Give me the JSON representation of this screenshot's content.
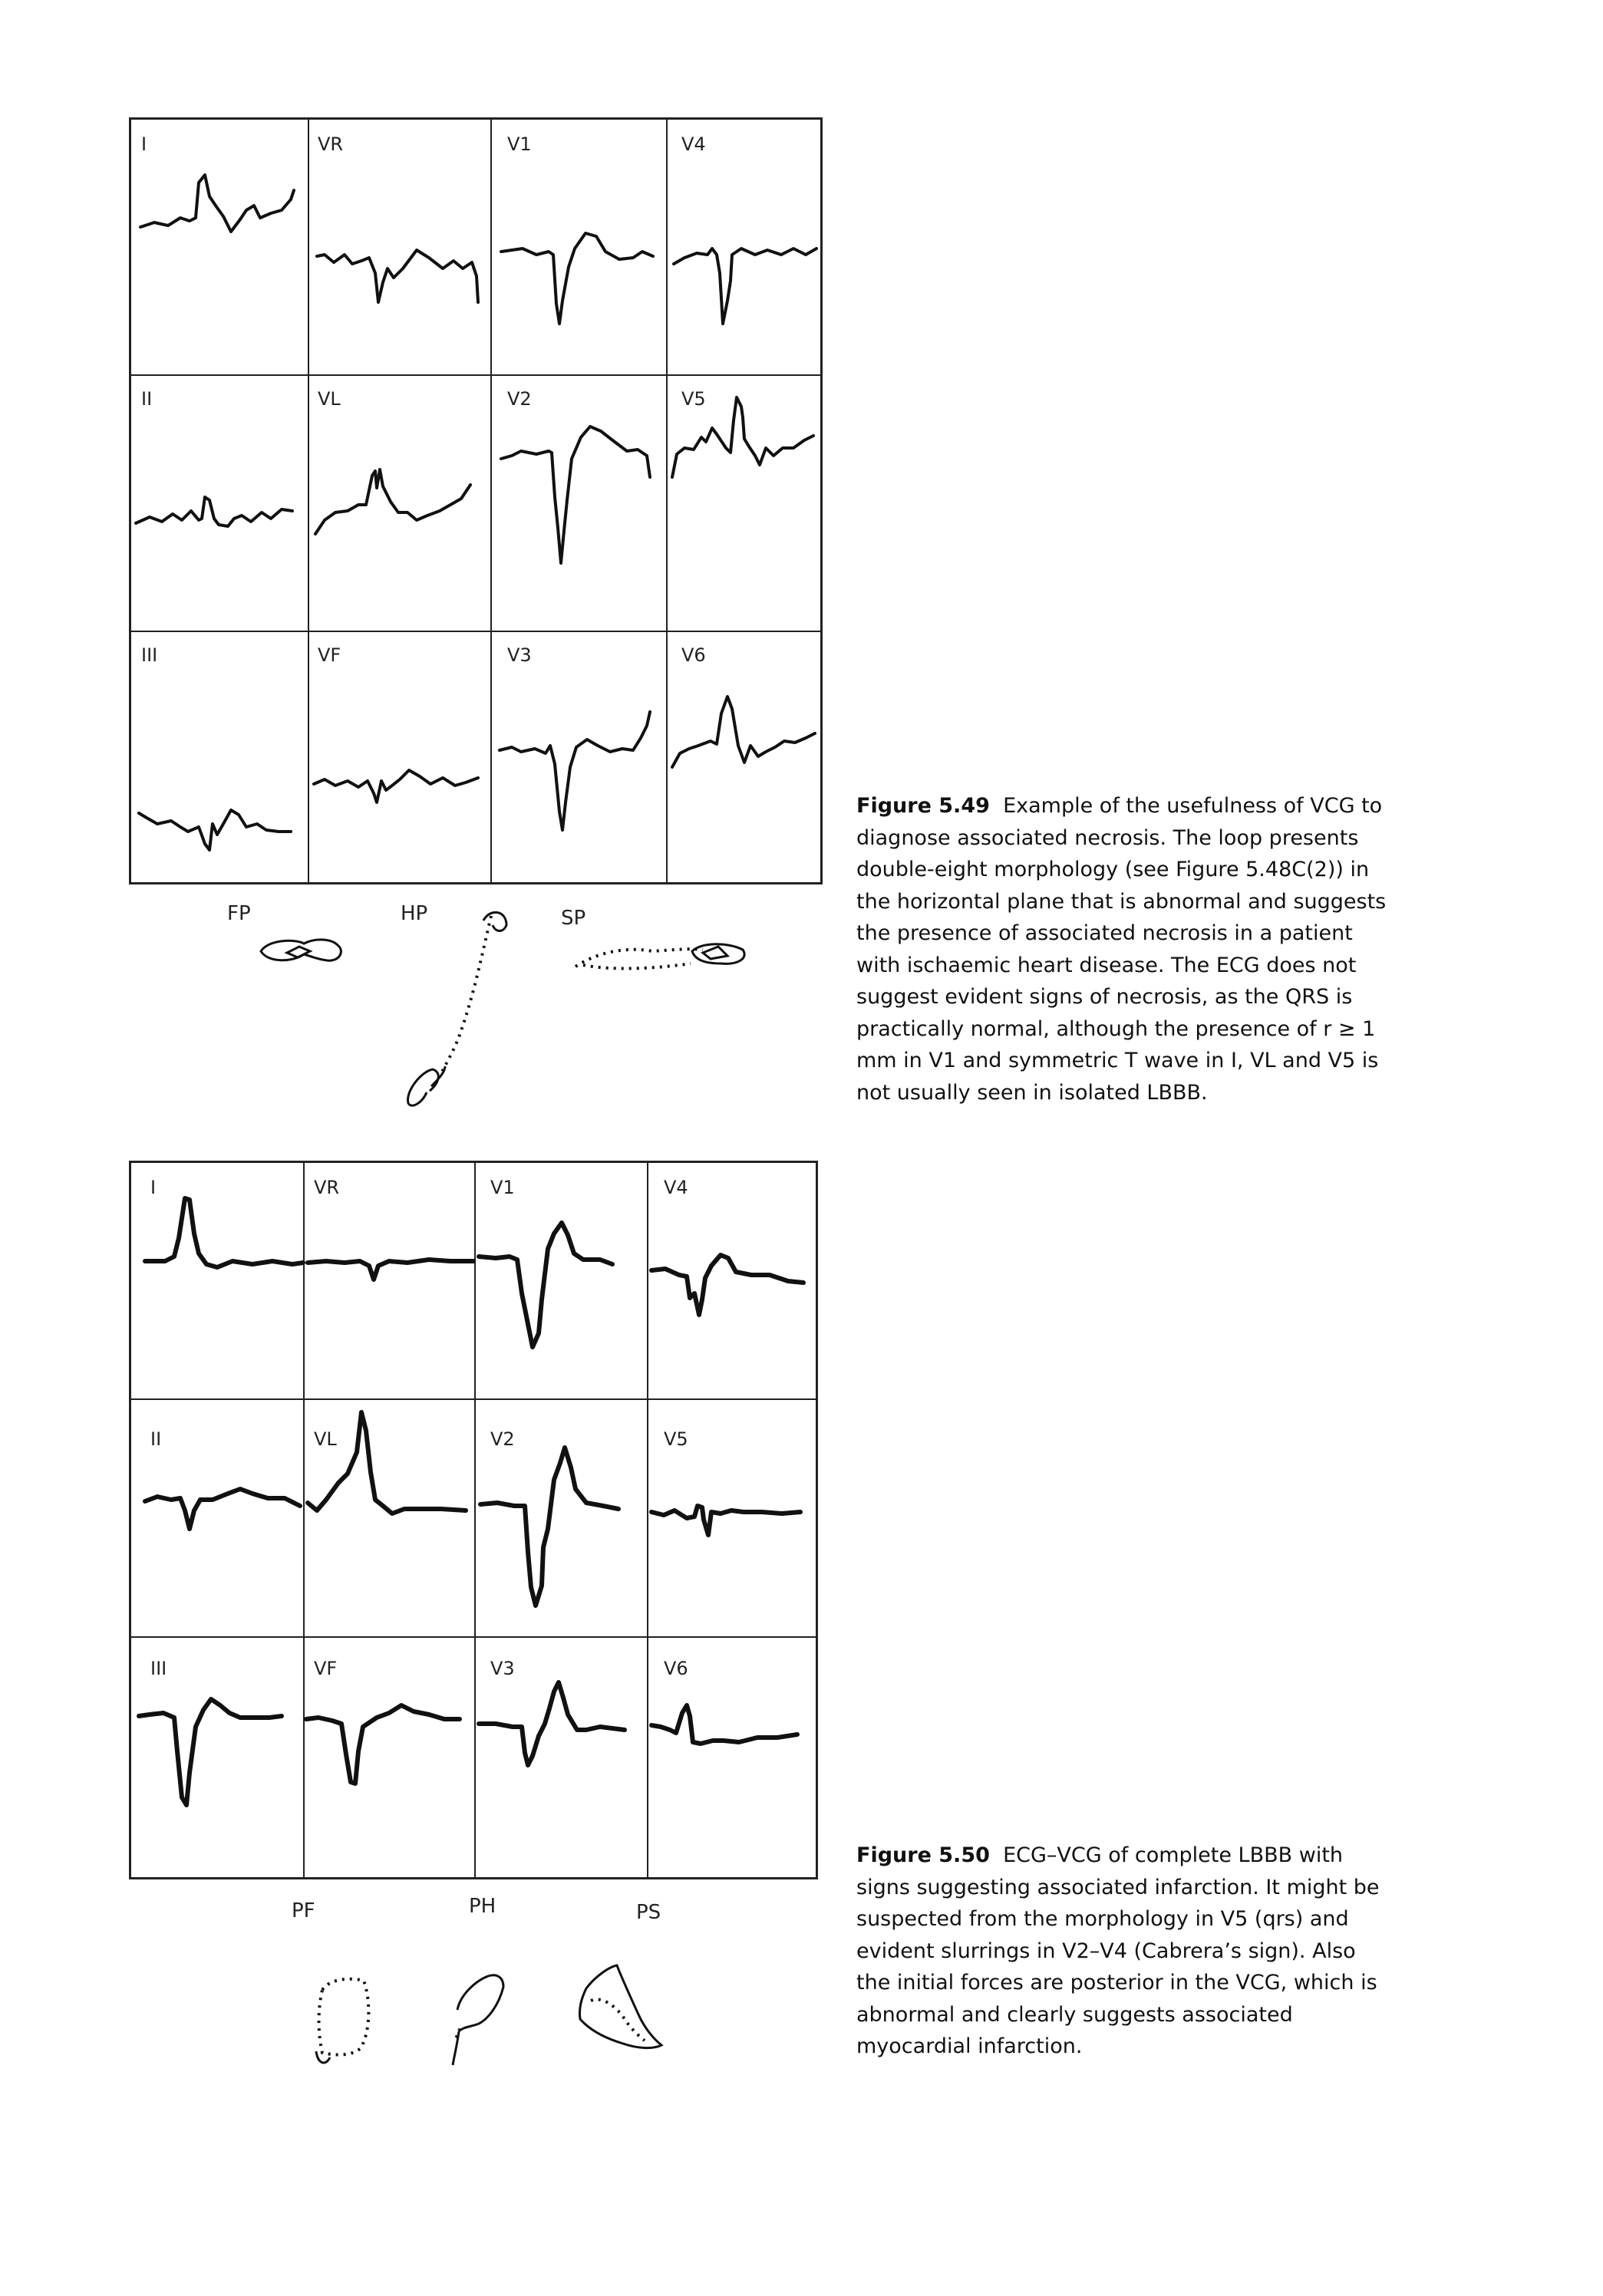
{
  "figure49": {
    "leads": [
      "I",
      "VR",
      "V1",
      "V4",
      "II",
      "VL",
      "V2",
      "V5",
      "III",
      "VF",
      "V3",
      "V6"
    ],
    "loops": [
      "FP",
      "HP",
      "SP"
    ],
    "caption_label": "Figure 5.49",
    "caption_text": "Example of the usefulness of VCG to diagnose associated necrosis. The loop presents double-eight morphology (see Figure 5.48C(2)) in the horizontal plane that is abnormal and suggests the presence of associated necrosis in a patient with ischaemic heart disease. The ECG does not suggest evident signs of necrosis, as the QRS is practically normal, although the presence of r ≥ 1 mm in V1 and symmetric T wave in I, VL and V5 is not usually seen in isolated LBBB."
  },
  "figure50": {
    "leads": [
      "I",
      "VR",
      "V1",
      "V4",
      "II",
      "VL",
      "V2",
      "V5",
      "III",
      "VF",
      "V3",
      "V6"
    ],
    "loops": [
      "PF",
      "PH",
      "PS"
    ],
    "caption_label": "Figure 5.50",
    "caption_text": "ECG–VCG of complete LBBB with signs suggesting associated infarction. It might be suspected from the morphology in V5 (qrs) and evident slurrings in V2–V4 (Cabrera’s sign). Also the initial forces are posterior in the VCG, which is abnormal and clearly suggests associated myocardial infarction."
  }
}
